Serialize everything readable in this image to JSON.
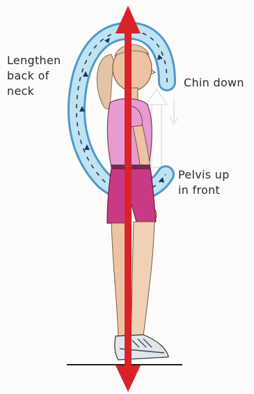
{
  "labels": {
    "neck": "Lengthen\nback of\nneck",
    "chin": "Chin down",
    "pelvis": "Pelvis up\nin front"
  },
  "colors": {
    "axis_arrow": "#d8232a",
    "c_curve": "#7cc3e6",
    "c_curve_outline": "#3b8fc4",
    "shirt": "#e79bd0",
    "shorts": "#c83a86",
    "skin": "#ecc3a3",
    "hair": "#e2c4a8",
    "ground": "#222222"
  },
  "icons": [
    "up-down-arrow-icon",
    "curved-arrow-icon",
    "stick-figure-icon"
  ]
}
